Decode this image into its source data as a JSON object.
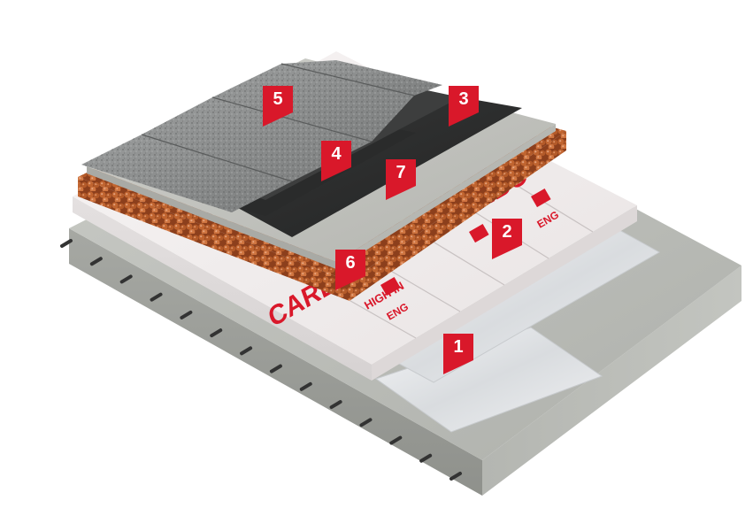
{
  "colors": {
    "concrete": "#b9bbb6",
    "concrete_dark": "#9a9c97",
    "foil": "#e6e8ea",
    "insulation": "#f4f0f0",
    "brand_red": "#d9182a",
    "clay": "#b25a2c",
    "membrane": "#2f3030",
    "shingle": "#8e9090",
    "screed": "#c6c7c2",
    "rebar": "#333333",
    "marker": "#d9182a"
  },
  "board_print": {
    "brand": "CARBO",
    "line1": "HIGH IN",
    "line2": "ENG"
  },
  "markers": [
    {
      "label": "1",
      "layer": "vapour-barrier"
    },
    {
      "label": "2",
      "layer": "insulation-boards"
    },
    {
      "label": "3",
      "layer": "waterproofing-membrane"
    },
    {
      "label": "4",
      "layer": "underlayment"
    },
    {
      "label": "5",
      "layer": "shingles"
    },
    {
      "label": "6",
      "layer": "expanded-clay"
    },
    {
      "label": "7",
      "layer": "screed"
    }
  ]
}
